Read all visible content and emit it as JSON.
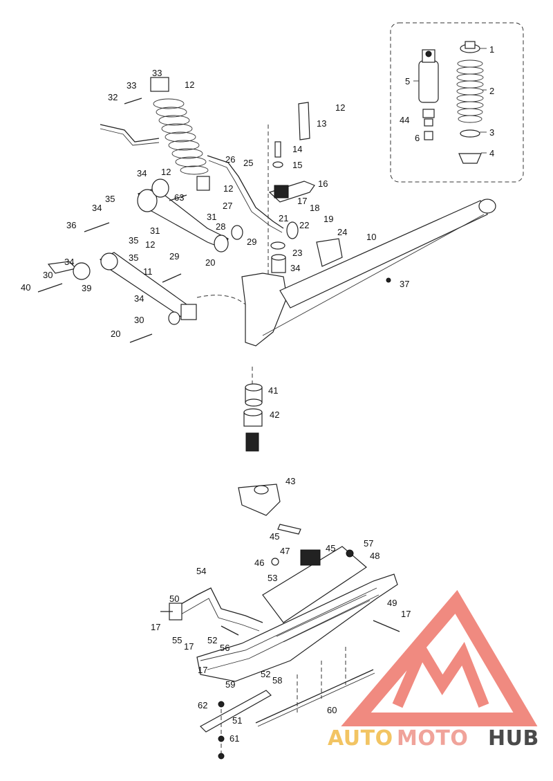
{
  "diagram": {
    "labels": [
      {
        "id": "l1",
        "text": "1"
      },
      {
        "id": "l2",
        "text": "2"
      },
      {
        "id": "l3",
        "text": "3"
      },
      {
        "id": "l4",
        "text": "4"
      },
      {
        "id": "l5",
        "text": "5"
      },
      {
        "id": "l6",
        "text": "6"
      },
      {
        "id": "l44a",
        "text": "44"
      },
      {
        "id": "l12a",
        "text": "12"
      },
      {
        "id": "l33a",
        "text": "33"
      },
      {
        "id": "l32",
        "text": "32"
      },
      {
        "id": "l33b",
        "text": "33"
      },
      {
        "id": "l12b",
        "text": "12"
      },
      {
        "id": "l13",
        "text": "13"
      },
      {
        "id": "l14",
        "text": "14"
      },
      {
        "id": "l15",
        "text": "15"
      },
      {
        "id": "l16",
        "text": "16"
      },
      {
        "id": "l26",
        "text": "26"
      },
      {
        "id": "l25",
        "text": "25"
      },
      {
        "id": "l34a",
        "text": "34"
      },
      {
        "id": "l12c",
        "text": "12"
      },
      {
        "id": "l63",
        "text": "63"
      },
      {
        "id": "l12d",
        "text": "12"
      },
      {
        "id": "l27",
        "text": "27"
      },
      {
        "id": "l17a",
        "text": "17"
      },
      {
        "id": "l18",
        "text": "18"
      },
      {
        "id": "l19",
        "text": "19"
      },
      {
        "id": "l35a",
        "text": "35"
      },
      {
        "id": "l34b",
        "text": "34"
      },
      {
        "id": "l31a",
        "text": "31"
      },
      {
        "id": "l28",
        "text": "28"
      },
      {
        "id": "l21",
        "text": "21"
      },
      {
        "id": "l22",
        "text": "22"
      },
      {
        "id": "l24",
        "text": "24"
      },
      {
        "id": "l10",
        "text": "10"
      },
      {
        "id": "l36",
        "text": "36"
      },
      {
        "id": "l31b",
        "text": "31"
      },
      {
        "id": "l29a",
        "text": "29"
      },
      {
        "id": "l23",
        "text": "23"
      },
      {
        "id": "l12e",
        "text": "12"
      },
      {
        "id": "l35b",
        "text": "35"
      },
      {
        "id": "l35c",
        "text": "35"
      },
      {
        "id": "l34c",
        "text": "34"
      },
      {
        "id": "l29b",
        "text": "29"
      },
      {
        "id": "l20a",
        "text": "20"
      },
      {
        "id": "l34d",
        "text": "34"
      },
      {
        "id": "l30a",
        "text": "30"
      },
      {
        "id": "l11",
        "text": "11"
      },
      {
        "id": "l37",
        "text": "37"
      },
      {
        "id": "l40",
        "text": "40"
      },
      {
        "id": "l39",
        "text": "39"
      },
      {
        "id": "l34e",
        "text": "34"
      },
      {
        "id": "l30b",
        "text": "30"
      },
      {
        "id": "l20b",
        "text": "20"
      },
      {
        "id": "l41",
        "text": "41"
      },
      {
        "id": "l42",
        "text": "42"
      },
      {
        "id": "l43",
        "text": "43"
      },
      {
        "id": "l45a",
        "text": "45"
      },
      {
        "id": "l57",
        "text": "57"
      },
      {
        "id": "l45b",
        "text": "45"
      },
      {
        "id": "l47",
        "text": "47"
      },
      {
        "id": "l46",
        "text": "46"
      },
      {
        "id": "l48",
        "text": "48"
      },
      {
        "id": "l53",
        "text": "53"
      },
      {
        "id": "l54",
        "text": "54"
      },
      {
        "id": "l50",
        "text": "50"
      },
      {
        "id": "l49",
        "text": "49"
      },
      {
        "id": "l17b",
        "text": "17"
      },
      {
        "id": "l17c",
        "text": "17"
      },
      {
        "id": "l55",
        "text": "55"
      },
      {
        "id": "l52a",
        "text": "52"
      },
      {
        "id": "l17d",
        "text": "17"
      },
      {
        "id": "l56",
        "text": "56"
      },
      {
        "id": "l17e",
        "text": "17"
      },
      {
        "id": "l52b",
        "text": "52"
      },
      {
        "id": "l58",
        "text": "58"
      },
      {
        "id": "l59",
        "text": "59"
      },
      {
        "id": "l62",
        "text": "62"
      },
      {
        "id": "l51",
        "text": "51"
      },
      {
        "id": "l60",
        "text": "60"
      },
      {
        "id": "l61",
        "text": "61"
      }
    ]
  },
  "watermark": {
    "part1": "AUTO",
    "part2": "MOTO",
    "part3": "HUB",
    "colors": {
      "auto": "#f2c463",
      "moto": "#f0a39a",
      "hub": "#4a4a4a",
      "logo": "#f08a80"
    }
  }
}
